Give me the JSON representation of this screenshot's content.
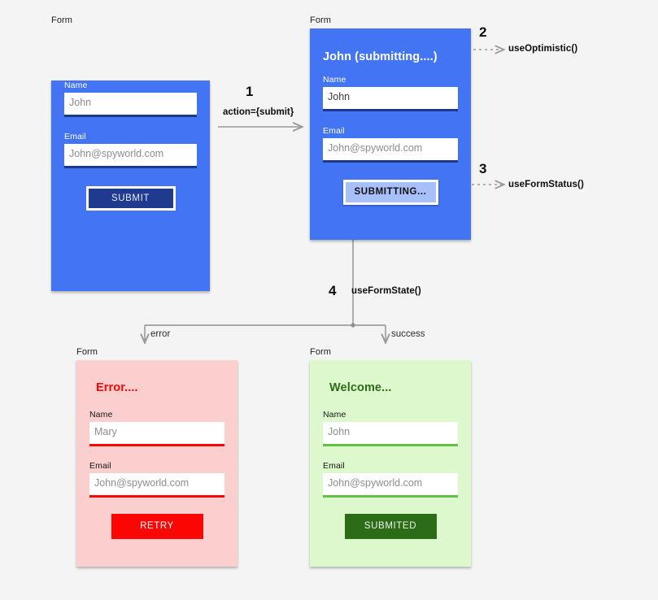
{
  "page": {
    "background": "#f4f4f4",
    "title": "React form lifecycle diagram"
  },
  "colors": {
    "blue_panel": "#4274f4",
    "pink_panel": "#fccfcf",
    "green_panel": "#ddf8cd",
    "navy_button": "#1f3a8f",
    "submitting_button": "#a8c0f9",
    "error_red": "#fb0505",
    "success_green": "#2d6c17",
    "green_underline": "#63c142",
    "wire_gray": "#9a9a9a"
  },
  "panels": {
    "initial": {
      "caption": "Form",
      "name_label": "Name",
      "name_value": "John",
      "email_label": "Email",
      "email_value": "John@spyworld.com",
      "button_label": "SUBMIT"
    },
    "submitting": {
      "caption": "Form",
      "heading": "John (submitting....)",
      "name_label": "Name",
      "name_value": "John",
      "email_label": "Email",
      "email_value": "John@spyworld.com",
      "button_label": "SUBMITTING..."
    },
    "error": {
      "caption": "Form",
      "heading": "Error....",
      "name_label": "Name",
      "name_value": "Mary",
      "email_label": "Email",
      "email_value": "John@spyworld.com",
      "button_label": "RETRY"
    },
    "success": {
      "caption": "Form",
      "heading": "Welcome...",
      "name_label": "Name",
      "name_value": "John",
      "email_label": "Email",
      "email_value": "John@spyworld.com",
      "button_label": "SUBMITED"
    }
  },
  "annotations": {
    "step1_number": "1",
    "step1_label": "action={submit}",
    "step2_number": "2",
    "step2_label": "useOptimistic()",
    "step3_number": "3",
    "step3_label": "useFormStatus()",
    "step4_number": "4",
    "step4_label": "useFormState()",
    "branch_error_label": "error",
    "branch_success_label": "success"
  }
}
